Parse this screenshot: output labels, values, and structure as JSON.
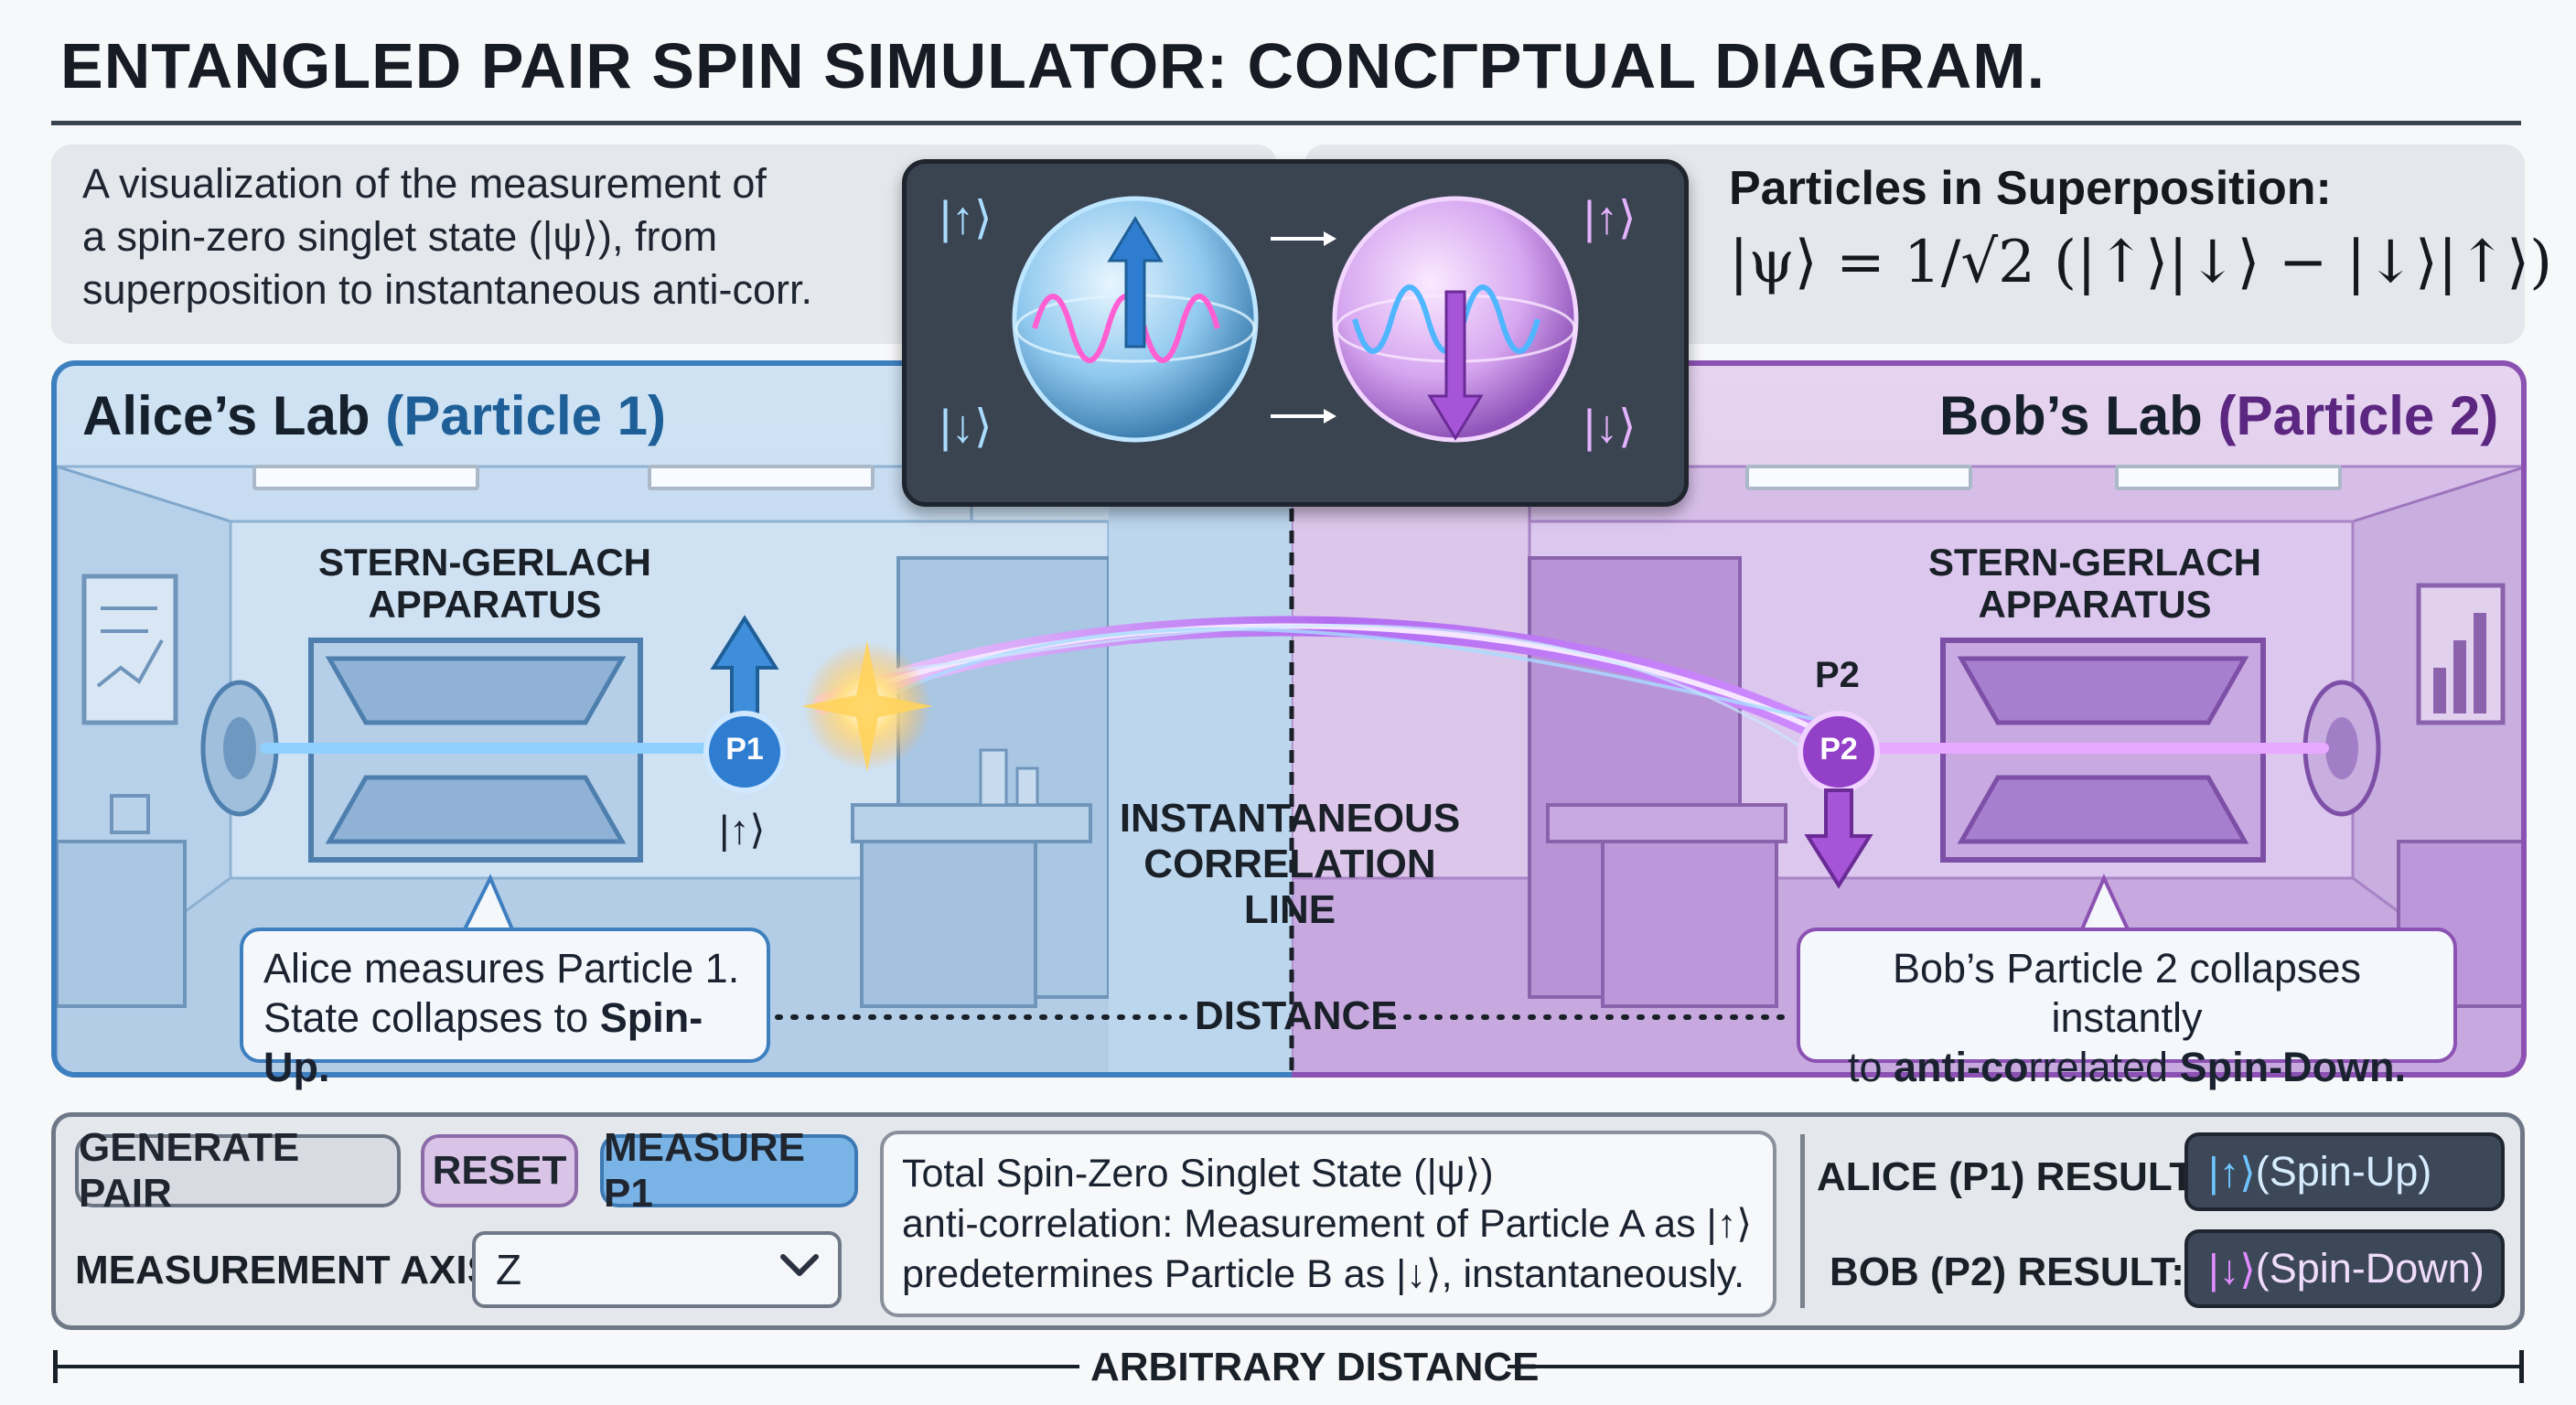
{
  "title": "ENTANGLED PAIR SPIN SIMULATOR: CONCΓPTUAL DIAGRAM.",
  "intro": {
    "line1": "A visualization of the measurement of",
    "line2": "a spin-zero singlet state (|ψ⟩), from",
    "line3": "superposition to instantaneous anti-corr."
  },
  "superposition": {
    "heading": "Particles in Superposition:",
    "formula": "|ψ⟩ = 1/√2 (|↑⟩|↓⟩ − |↓⟩|↑⟩)"
  },
  "qubit_panel": {
    "up_ket_left": "|↑⟩",
    "down_ket_left": "|↓⟩",
    "up_ket_right": "|↑⟩",
    "down_ket_right": "|↓⟩"
  },
  "alice": {
    "lab_name": "Alice’s Lab",
    "lab_particle": "(Particle 1)",
    "apparatus": [
      "STERN-GERLACH",
      "APPARATUS"
    ],
    "particle_label": "P1",
    "spin_ket": "|↑⟩",
    "callout": {
      "line1_pre": "Alice measures Particle 1.",
      "line2_pre": "State collapses to ",
      "line2_bold": "Spin-Up."
    }
  },
  "bob": {
    "lab_name": "Bob’s Lab",
    "lab_particle": "(Particle 2)",
    "apparatus": [
      "STERN-GERLACH",
      "APPARATUS"
    ],
    "particle_label": "P2",
    "particle_tag": "P2",
    "callout": {
      "line1": "Bob’s Particle 2 collapses instantly",
      "line2_pre": "to ",
      "line2_bold1": "anti-co",
      "line2_mid": "rrelated ",
      "line2_bold2": "Spin-Down."
    }
  },
  "correlation_label": [
    "INSTANTANEOUS",
    "CORRELATION LINE"
  ],
  "distance_label": "DISTANCE",
  "controls": {
    "generate_label": "GENERATE PAIR",
    "reset_label": "RESET",
    "measure_label": "MEASURE P1",
    "axis_label": "MEASUREMENT AXIS:",
    "axis_value": "Z",
    "info": {
      "line1": "Total Spin-Zero Singlet State (|ψ⟩)",
      "line2": "anti-correlation: Measurement of Particle A as |↑⟩",
      "line3": "predetermines Particle B as |↓⟩, instantaneously."
    },
    "alice_result_label": "ALICE (P1) RESULT:",
    "alice_result_ket": "|↑⟩",
    "alice_result_text": " (Spin-Up)",
    "bob_result_label": "BOB (P2) RESULT:",
    "bob_result_ket": "|↓⟩",
    "bob_result_text": " (Spin-Down)"
  },
  "footer_label": "ARBITRARY DISTANCE",
  "colors": {
    "alice_blue": "#3d7fbf",
    "bob_purple": "#8b52b3",
    "beam": "#b26cf0",
    "panel_dark": "#3a4350"
  }
}
